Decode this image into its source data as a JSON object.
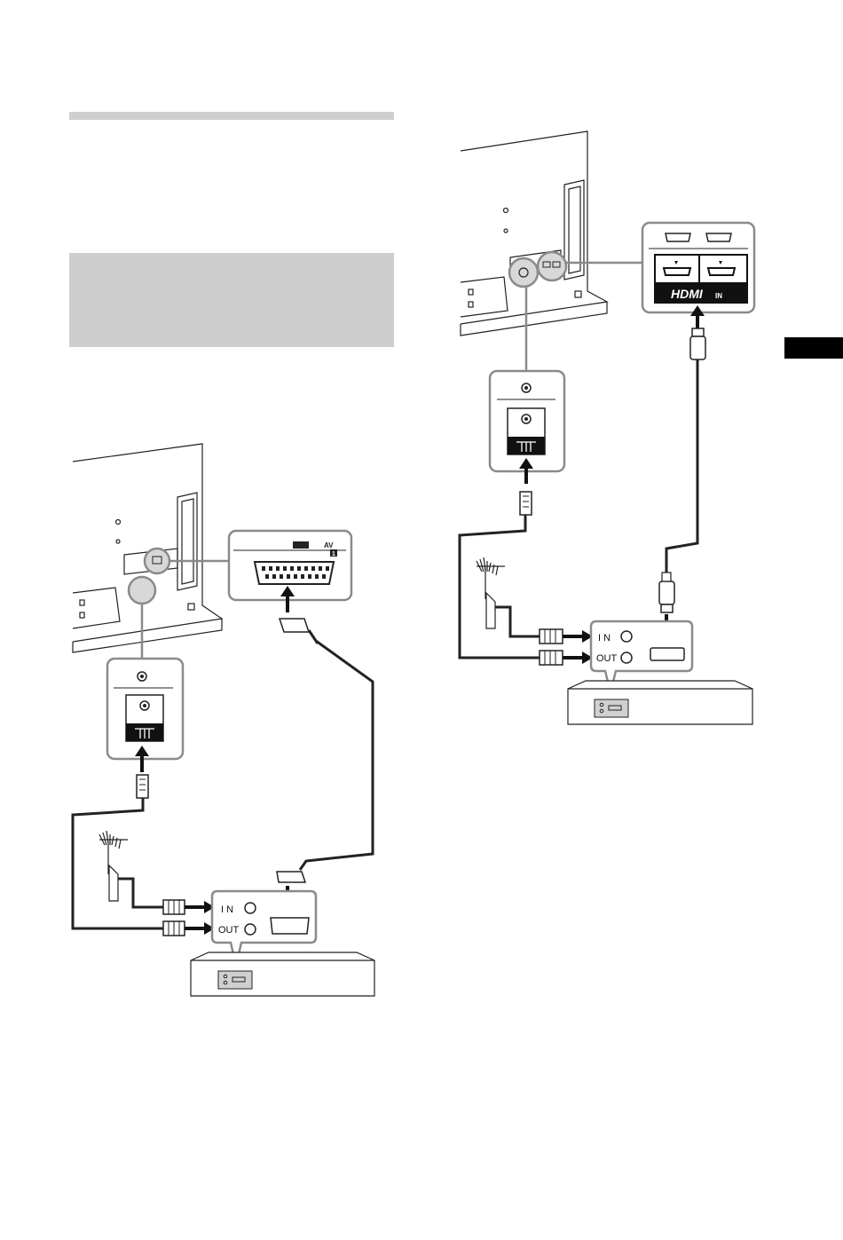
{
  "left_diagram": {
    "scart_label": "AV",
    "scart_number": "1",
    "port_in_label": "I N",
    "port_out_label": "OUT"
  },
  "right_diagram": {
    "hdmi_logo": "HDMI",
    "hdmi_in_label": "IN",
    "port_in_label": "I N",
    "port_out_label": "OUT"
  },
  "colors": {
    "line": "#222222",
    "callout_border": "#8a8a8a",
    "panel_fill": "#d0d0d0",
    "tab": "#000000"
  }
}
